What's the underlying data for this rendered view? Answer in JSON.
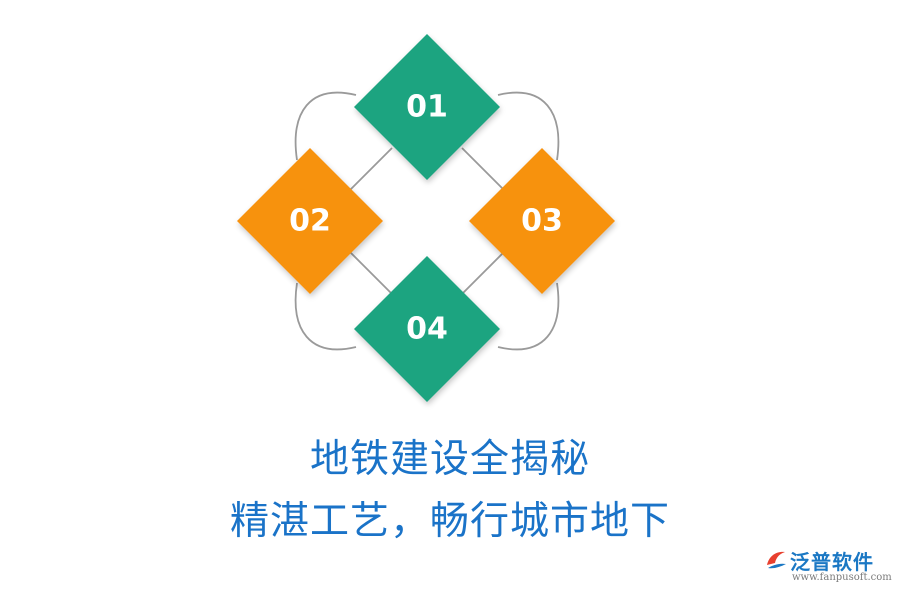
{
  "nodes": [
    {
      "label": "01",
      "color": "#1aa480"
    },
    {
      "label": "02",
      "color": "#f7920f"
    },
    {
      "label": "03",
      "color": "#f7920f"
    },
    {
      "label": "04",
      "color": "#1aa480"
    }
  ],
  "caption": {
    "line1": "地铁建设全揭秘",
    "line2": "精湛工艺，畅行城市地下"
  },
  "logo": {
    "name": "泛普软件",
    "url": "www.fanpusoft.com",
    "icon": "fanpu-logo-icon"
  },
  "colors": {
    "teal": "#1aa480",
    "orange": "#f7920f",
    "caption": "#1a73c8",
    "connector": "#9a9a9a"
  }
}
